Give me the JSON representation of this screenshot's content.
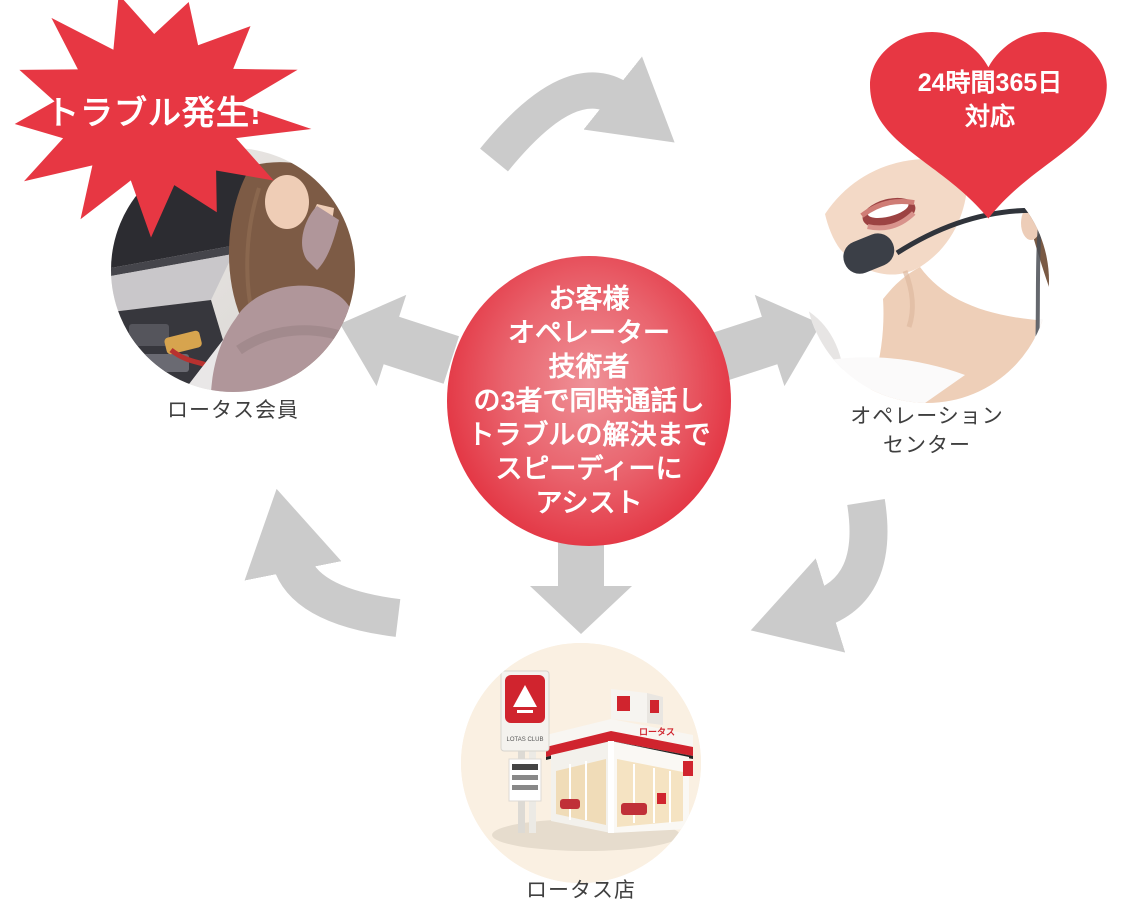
{
  "diagram": {
    "trouble_badge": {
      "text": "トラブル発生!"
    },
    "support_badge": {
      "line1": "24時間365日",
      "line2": "対応"
    },
    "center_message": {
      "lines": [
        "お客様",
        "オペレーター",
        "技術者",
        "の3者で同時通話し",
        "トラブルの解決まで",
        "スピーディーに",
        "アシスト"
      ]
    },
    "nodes": {
      "member": {
        "label": "ロータス会員"
      },
      "operation_center": {
        "label_line1": "オペレーション",
        "label_line2": "センター"
      },
      "store": {
        "label": "ロータス店",
        "sign_text": "ロータス",
        "pylon_text": "LOTAS CLUB"
      }
    },
    "colors": {
      "accent_red": "#e73743",
      "center_gradient_inner": "#ef9298",
      "center_gradient_outer": "#df2b39",
      "arrow_gray": "#cbcbcb",
      "label_text": "#3f3f3f",
      "store_circle_bg": "#faf0e2"
    }
  }
}
